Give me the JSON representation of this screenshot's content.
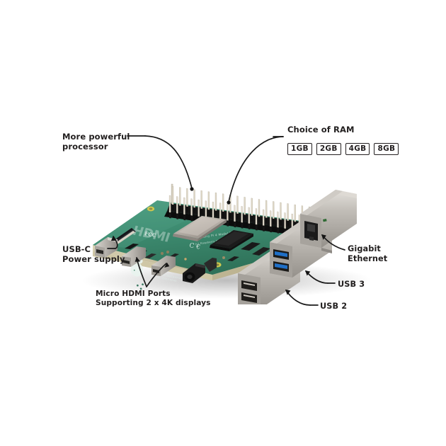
{
  "image": {
    "subject": "Raspberry Pi 4 Model B single-board computer",
    "background_color": "#ffffff",
    "label_color": "#231f20"
  },
  "annotations": {
    "processor": {
      "label": "More powerful\nprocessor",
      "points_to": "soc-chip"
    },
    "ram": {
      "title": "Choice of RAM",
      "options": [
        "1GB",
        "2GB",
        "4GB",
        "8GB"
      ],
      "points_to": "ram-chip"
    },
    "usb_c": {
      "label": "USB-C\nPower supply",
      "points_to": "usb-c-port"
    },
    "micro_hdmi": {
      "label": "Micro HDMI Ports\nSupporting 2 x 4K displays",
      "points_to": "micro-hdmi-ports"
    },
    "ethernet": {
      "label": "Gigabit\nEthernet",
      "points_to": "ethernet-jack"
    },
    "usb3": {
      "label": "USB 3",
      "points_to": "usb3-ports"
    },
    "usb2": {
      "label": "USB 2",
      "points_to": "usb2-ports"
    }
  },
  "board": {
    "pcb_color": "#3f8f72",
    "pcb_color_dark": "#2f6f58",
    "pcb_edge_color": "#d9d2b4",
    "silkscreen_color": "#e8f2ee",
    "logo": "raspberry-logo",
    "silkscreen_texts": [
      "Raspberry Pi 4 Model B",
      "(c) Raspberry Pi 2018",
      "HDMI",
      "FCC",
      "CE"
    ],
    "components": {
      "gpio_header": {
        "name": "40-pin GPIO header",
        "pins": 40,
        "color": "#1c1c1c"
      },
      "soc": {
        "name": "Broadcom BCM2711 SoC",
        "color": "#b9b2ab"
      },
      "ram_chip": {
        "name": "LPDDR4 SDRAM",
        "color": "#171717"
      },
      "usb_c": {
        "name": "USB-C power port",
        "color": "#b8b5b0"
      },
      "micro_hdmi": {
        "name": "Micro HDMI ports",
        "count": 2,
        "color": "#8e8b86"
      },
      "av_jack": {
        "name": "3.5mm AV jack",
        "color": "#141414"
      },
      "usb3": {
        "name": "USB 3.0 ports",
        "count": 2,
        "insert_color": "#1e6fc4",
        "shell_color": "#c9c6c0"
      },
      "usb2": {
        "name": "USB 2.0 ports",
        "count": 2,
        "insert_color": "#23201c",
        "shell_color": "#c9c6c0"
      },
      "ethernet": {
        "name": "Gigabit Ethernet jack",
        "color": "#bcb8b2"
      },
      "csi_connector": {
        "name": "CSI camera connector",
        "color": "#2c2f33"
      },
      "mounting_holes": {
        "name": "mounting holes",
        "color": "#c9bf55"
      }
    }
  }
}
